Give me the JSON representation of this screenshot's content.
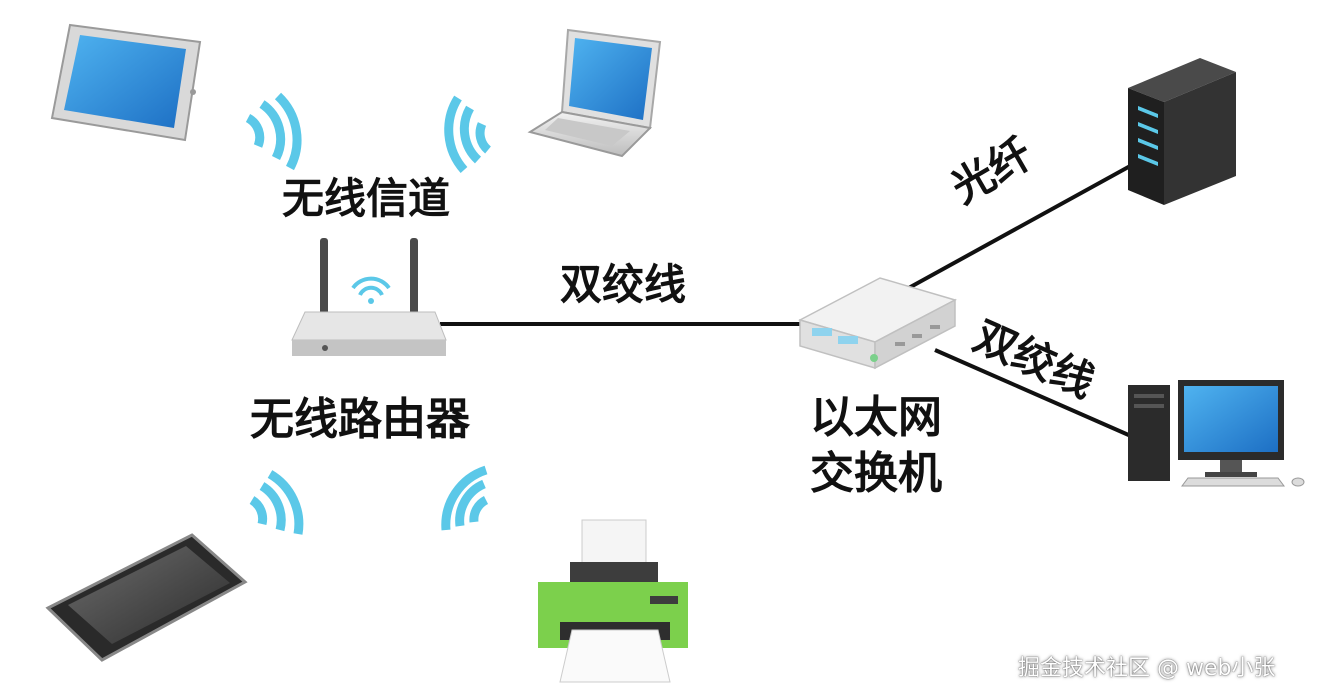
{
  "labels": {
    "wireless_channel": "无线信道",
    "wireless_router": "无线路由器",
    "twisted_pair_top": "双绞线",
    "fiber": "光纤",
    "twisted_pair_right": "双绞线",
    "switch_line1": "以太网",
    "switch_line2": "交换机"
  },
  "watermark": "掘金技术社区 @ web小张",
  "colors": {
    "wifi": "#5bc8e8",
    "screen": "#2f8fdc",
    "printer_body": "#7cd04c",
    "server": "#2d2d2d",
    "line": "#111111"
  }
}
